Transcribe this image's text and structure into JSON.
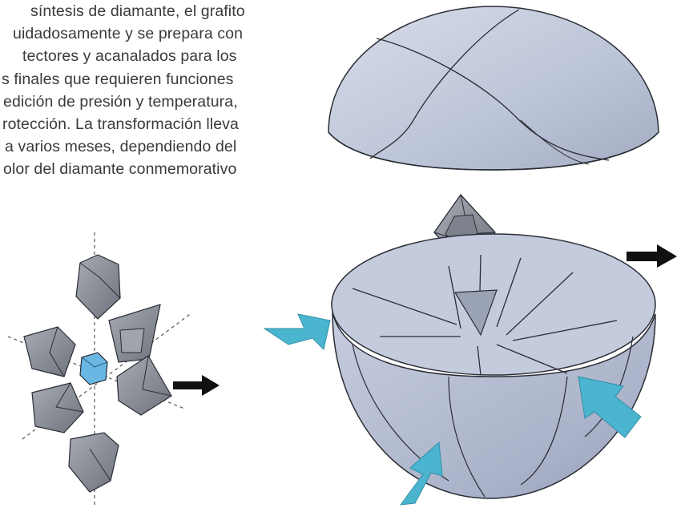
{
  "paragraph": {
    "lines": [
      "síntesis de diamante, el grafito",
      "uidadosamente y se prepara con",
      "tectores y acanalados para los",
      "s finales que requieren funciones",
      "edición de presión y temperatura,",
      "rotección. La transformación lleva",
      "a varios meses, dependiendo del",
      "olor del diamante conmemorativo"
    ]
  },
  "colors": {
    "text": "#3a3a3a",
    "dome_fill": "#bcc4d8",
    "segment_fill": "#aeb7cd",
    "crystal_fill": "#8a8f99",
    "seed_fill": "#6ab7e4",
    "pressure_arrow": "#4bb5d0",
    "process_arrow": "#111111",
    "outline": "#2a2d35"
  },
  "icons": {
    "process_arrow": "arrow-right-icon",
    "pressure_arrow": "arrow-diagonal-icon"
  }
}
